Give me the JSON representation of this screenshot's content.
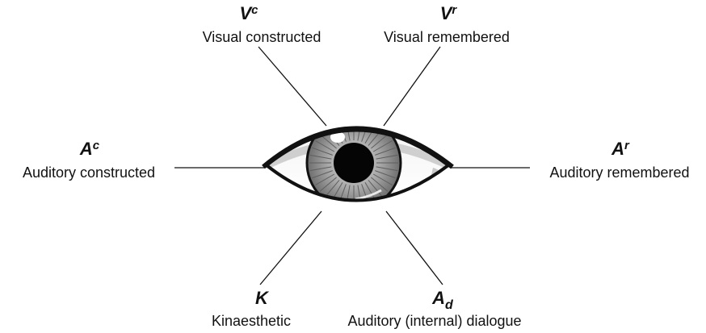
{
  "labels": {
    "visual_constructed": {
      "code": "V",
      "mark": "c",
      "text": "Visual constructed"
    },
    "visual_remembered": {
      "code": "V",
      "mark": "r",
      "text": "Visual remembered"
    },
    "auditory_constructed": {
      "code": "A",
      "mark": "c",
      "text": "Auditory constructed"
    },
    "auditory_remembered": {
      "code": "A",
      "mark": "r",
      "text": "Auditory remembered"
    },
    "kinaesthetic": {
      "code": "K",
      "text": "Kinaesthetic"
    },
    "auditory_dialogue": {
      "code": "A",
      "mark": "d",
      "text": "Auditory (internal) dialogue"
    }
  },
  "colors": {
    "ink": "#111111",
    "sclera": "#ffffff",
    "iris": "#9b9b9b",
    "pupil": "#050505"
  }
}
